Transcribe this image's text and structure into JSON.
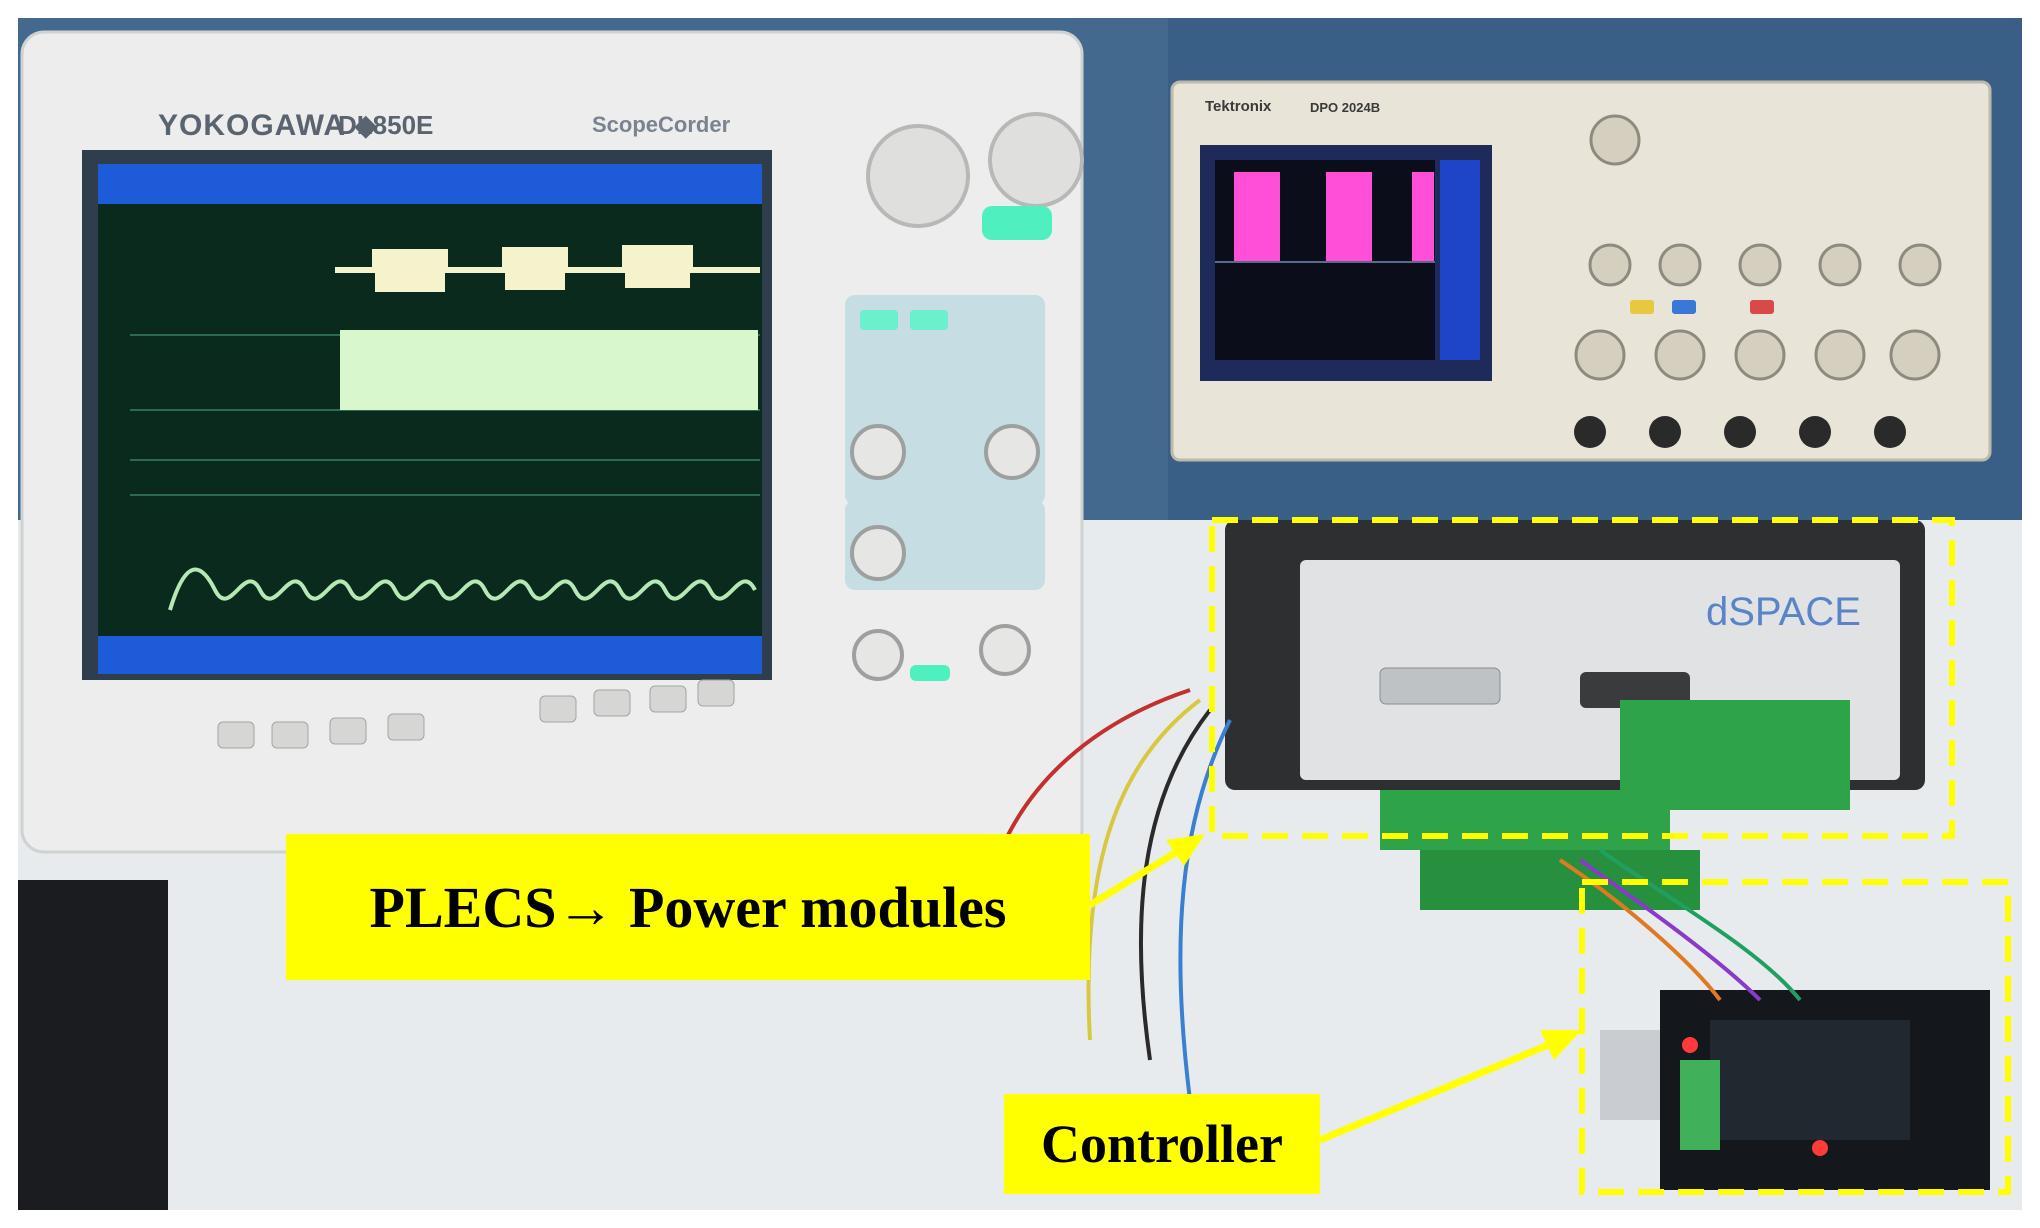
{
  "callouts": {
    "plecs": "PLECS→ Power modules",
    "controller": "Controller"
  },
  "equipment": {
    "yokogawa_brand": "YOKOGAWA ◆",
    "yokogawa_model": "DL850E",
    "yokogawa_scope": "ScopeCorder",
    "tek_brand": "Tektronix",
    "tek_model": "DPO 2024B",
    "dspace_logo": "dSPACE"
  },
  "colors": {
    "highlight_box": "#ffff00",
    "yokogawa_screen": "#0b2a1e",
    "tek_waveform": "#ff4fd8"
  }
}
